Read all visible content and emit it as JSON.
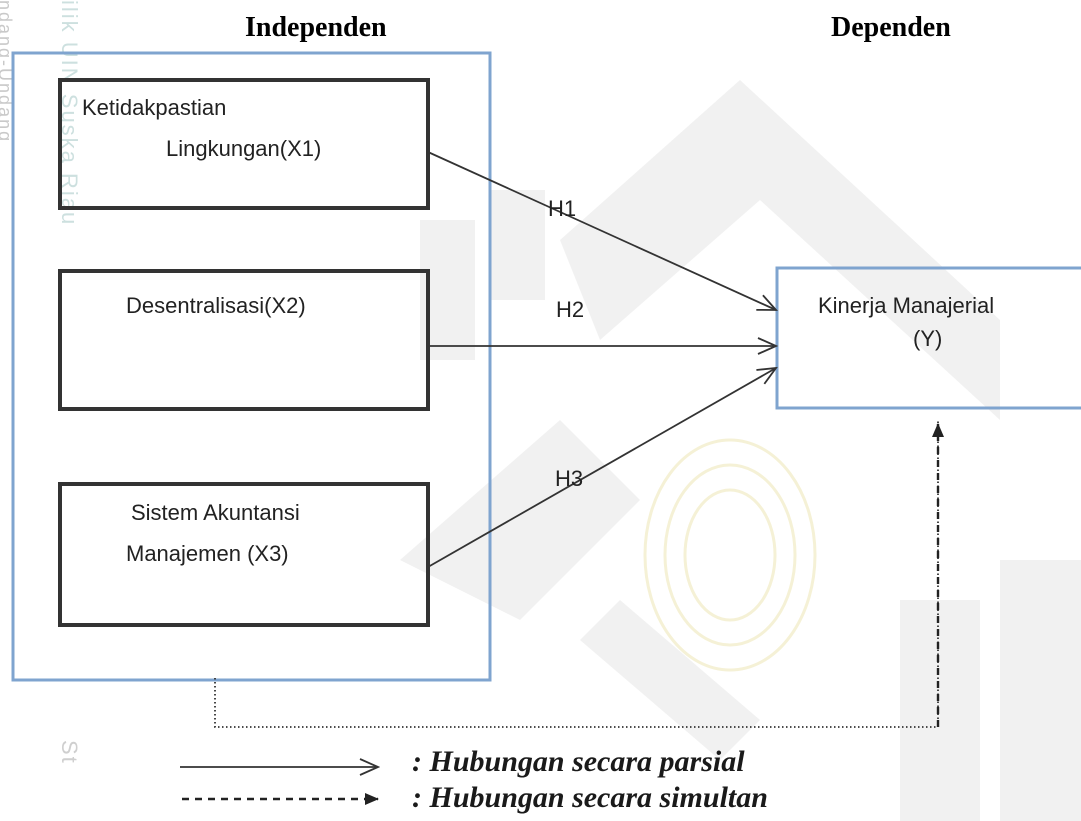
{
  "headings": {
    "independent": "Independen",
    "dependent": "Dependen"
  },
  "variables": {
    "x1_line1": "Ketidakpastian",
    "x1_line2": "Lingkungan(X1)",
    "x2": "Desentralisasi(X2)",
    "x3_line1": "Sistem Akuntansi",
    "x3_line2": "Manajemen (X3)",
    "y_line1": "Kinerja Manajerial",
    "y_line2": "(Y)"
  },
  "hypotheses": {
    "h1": "H1",
    "h2": "H2",
    "h3": "H3"
  },
  "legend": {
    "partial": ": Hubungan secara parsial",
    "simultaneous": ": Hubungan secara simultan"
  },
  "watermark": {
    "side_a": "ndang-Undang",
    "side_b": "ilik UIN Suska Riau",
    "side_c": "St"
  },
  "colors": {
    "group_border": "#7fa4cf",
    "box_border": "#333333",
    "y_border": "#7fa4cf",
    "arrow": "#333333"
  }
}
